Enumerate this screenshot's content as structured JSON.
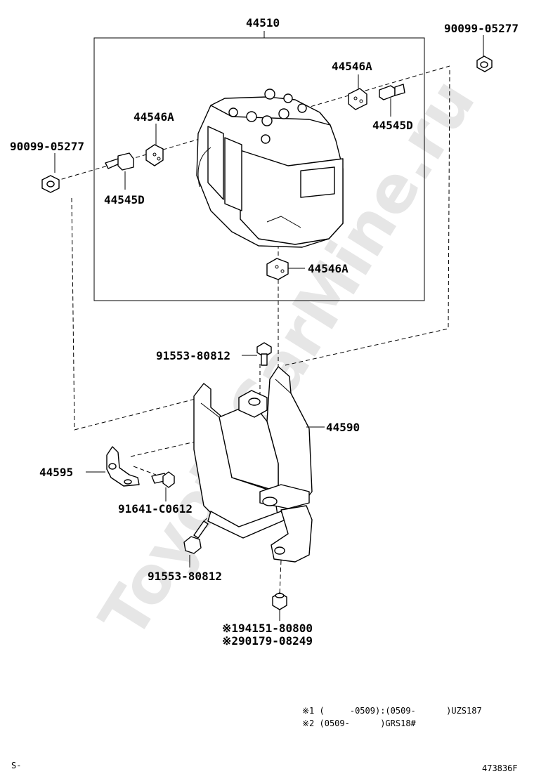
{
  "watermark": "ToyotaCarMine.ru",
  "labels": {
    "assembly": "44510",
    "bolt_tr": "90099-05277",
    "cushion_tr": "44546A",
    "stud_tr": "44545D",
    "cushion_l": "44546A",
    "bolt_l": "90099-05277",
    "stud_l": "44545D",
    "cushion_bottom": "44546A",
    "bolt_top": "91553-80812",
    "bracket": "44590",
    "bracket_small": "44595",
    "bolt_small": "91641-C0612",
    "bolt_bottom": "91553-80812",
    "nut_1": "※194151-80800",
    "nut_2": "※290179-08249"
  },
  "notes": {
    "line1": "※1 (     -0509):(0509-      )UZS187",
    "line2": "※2 (0509-      )GRS18#"
  },
  "footer": {
    "left": "S-",
    "right": "473836F"
  }
}
